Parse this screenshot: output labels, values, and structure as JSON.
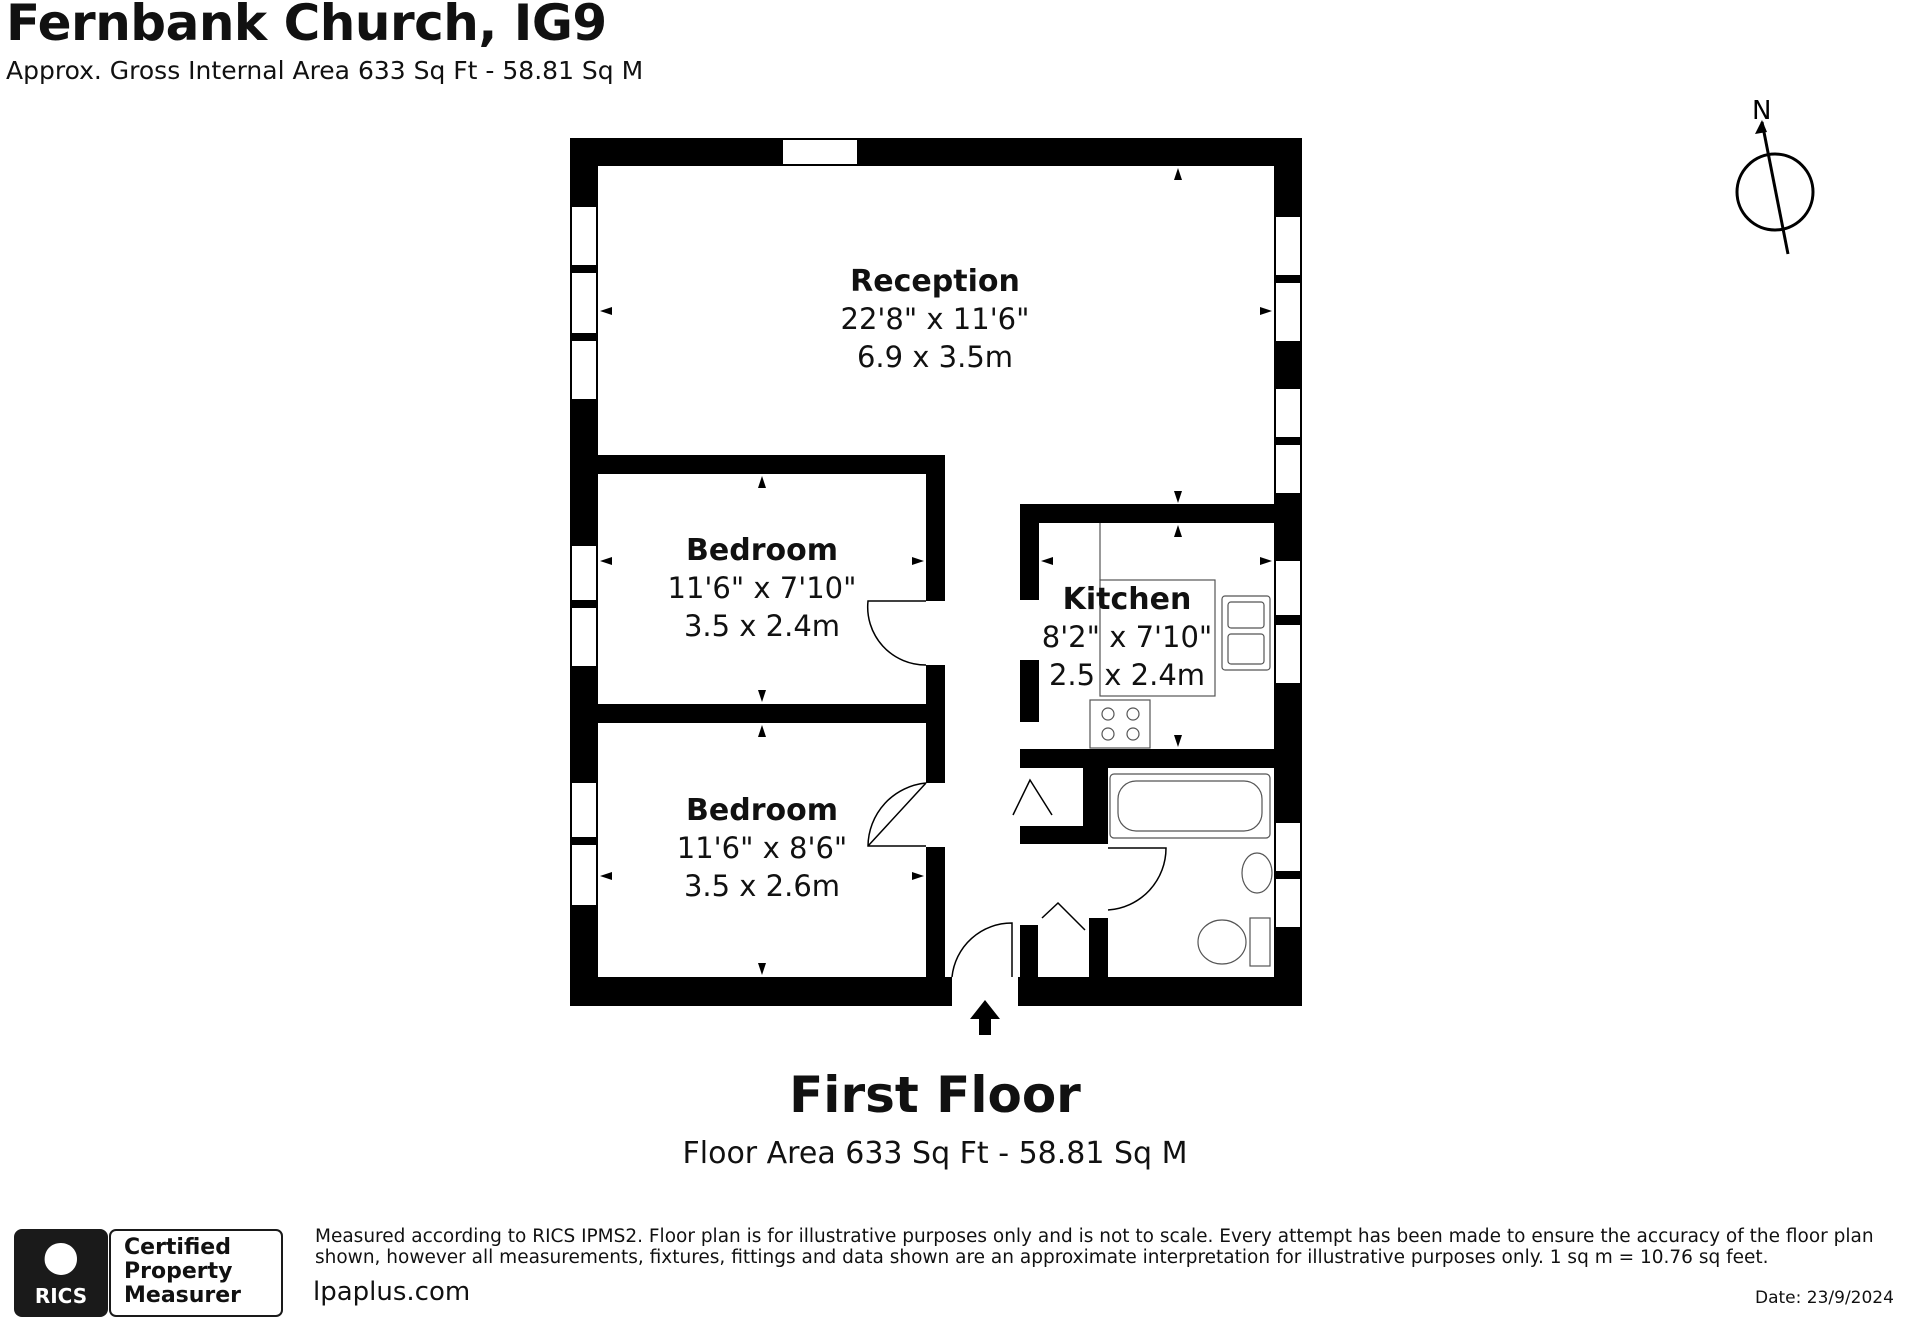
{
  "header": {
    "title": "Fernbank Church, IG9",
    "subtitle": "Approx. Gross Internal Area 633 Sq Ft - 58.81 Sq M"
  },
  "compass": {
    "label": "N"
  },
  "rooms": [
    {
      "name": "Reception",
      "imperial": "22'8\" x 11'6\"",
      "metric": "6.9 x 3.5m"
    },
    {
      "name": "Bedroom",
      "imperial": "11'6\" x 7'10\"",
      "metric": "3.5 x 2.4m"
    },
    {
      "name": "Kitchen",
      "imperial": "8'2\" x 7'10\"",
      "metric": "2.5 x 2.4m"
    },
    {
      "name": "Bedroom",
      "imperial": "11'6\" x 8'6\"",
      "metric": "3.5 x 2.6m"
    }
  ],
  "floor": {
    "title": "First Floor",
    "area": "Floor Area 633 Sq Ft - 58.81 Sq M"
  },
  "footer": {
    "disclaimer": "Measured according to RICS IPMS2. Floor plan is for illustrative purposes only and is not to scale. Every attempt has been made to ensure the accuracy of the floor plan shown, however all measurements, fixtures, fittings and data shown are an approximate interpretation for illustrative purposes only. 1 sq m = 10.76 sq feet.",
    "website": "lpaplus.com",
    "date": "Date: 23/9/2024",
    "rics_logo_text": "RICS",
    "certified_lines": [
      "Certified",
      "Property",
      "Measurer"
    ]
  },
  "colors": {
    "wall": "#000000",
    "background": "#ffffff",
    "fixture": "#555555"
  }
}
